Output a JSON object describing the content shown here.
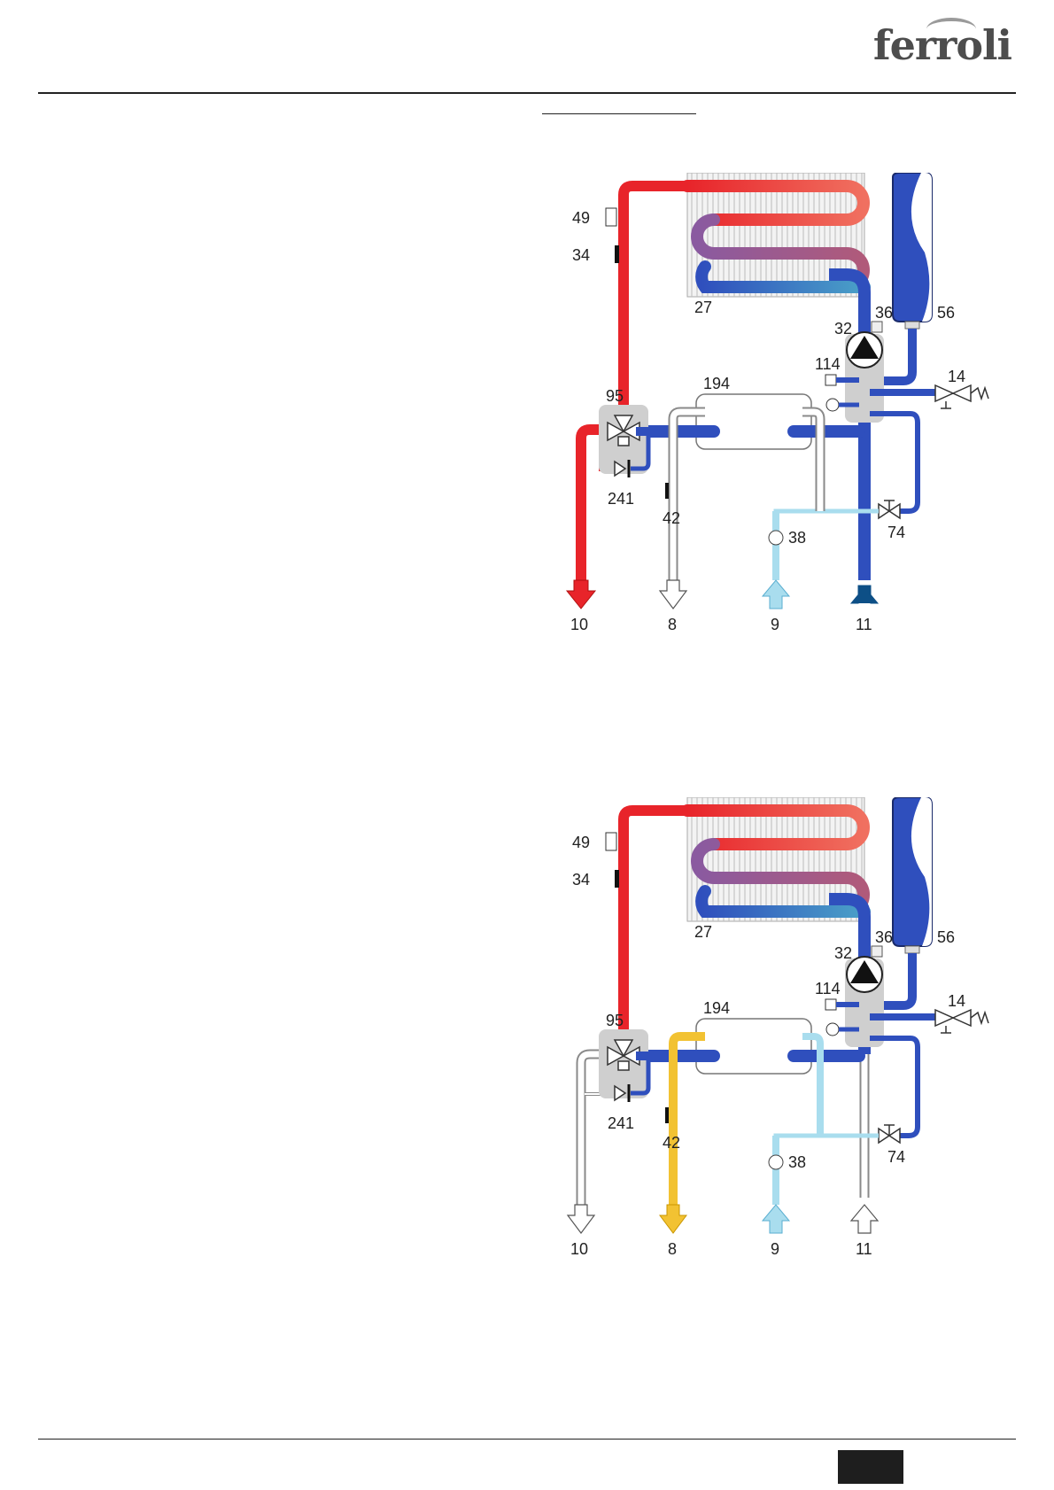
{
  "header": {
    "brand": "ferroli"
  },
  "colors": {
    "hot": "#e8242a",
    "cold_blue": "#2f4fbd",
    "light_blue": "#a9ddee",
    "dark_blue": "#0d4f86",
    "sanitary_hot": "#f2c232",
    "white_pipe": "#ffffff",
    "pipe_outline": "#8a8a8a",
    "component_grey": "#cfcfcf"
  },
  "diagrams": [
    {
      "mode": "heating",
      "labels": {
        "l49": "49",
        "l34": "34",
        "l27": "27",
        "l56": "56",
        "l36": "36",
        "l32": "32",
        "l114": "114",
        "l194": "194",
        "l14": "14",
        "l95": "95",
        "l241": "241",
        "l42": "42",
        "l74": "74",
        "l38": "38",
        "out10": "10",
        "out8": "8",
        "out9": "9",
        "out11": "11"
      }
    },
    {
      "mode": "domestic hot water",
      "labels": {
        "l49": "49",
        "l34": "34",
        "l27": "27",
        "l56": "56",
        "l36": "36",
        "l32": "32",
        "l114": "114",
        "l194": "194",
        "l14": "14",
        "l95": "95",
        "l241": "241",
        "l42": "42",
        "l74": "74",
        "l38": "38",
        "out10": "10",
        "out8": "8",
        "out9": "9",
        "out11": "11"
      }
    }
  ]
}
